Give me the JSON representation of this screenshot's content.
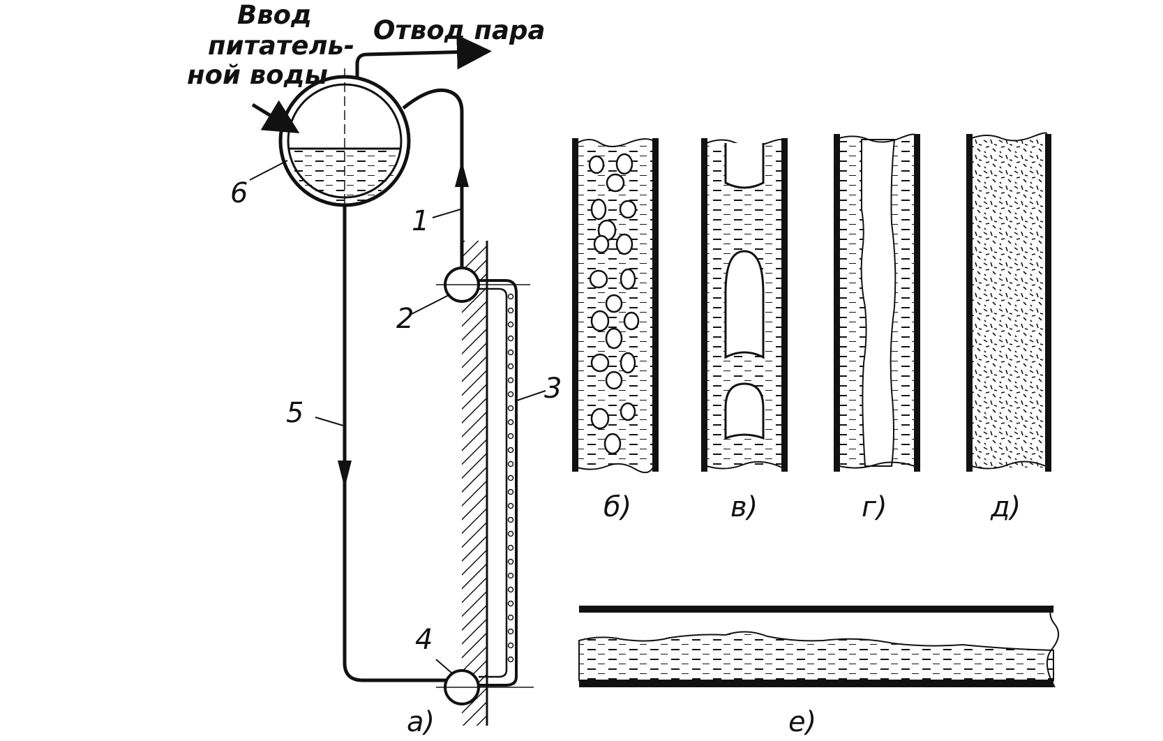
{
  "labels": {
    "feed_water": [
      "Ввод",
      "питатель-",
      "ной воды"
    ],
    "steam_outlet": "Отвод пара",
    "num_1": "1",
    "num_2": "2",
    "num_3": "3",
    "num_4": "4",
    "num_5": "5",
    "num_6": "6"
  },
  "subfigures": {
    "a": "а)",
    "b": "б)",
    "v": "в)",
    "g": "г)",
    "d": "д)",
    "e": "е)"
  },
  "colors": {
    "ink": "#111111",
    "background": "#ffffff"
  }
}
